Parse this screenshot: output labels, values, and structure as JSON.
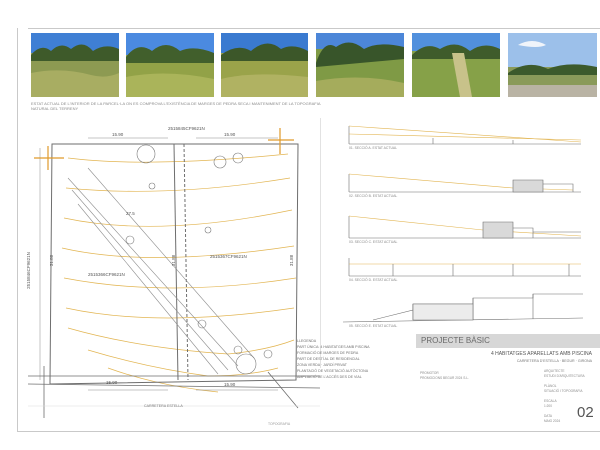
{
  "photos": [
    {
      "id": "photo-1",
      "sky": "#3f7fd4",
      "ground": "#8d9a52"
    },
    {
      "id": "photo-2",
      "sky": "#4b8ae0",
      "ground": "#92a247"
    },
    {
      "id": "photo-3",
      "sky": "#3a7ad0",
      "ground": "#9aa34a"
    },
    {
      "id": "photo-4",
      "sky": "#4c86d8",
      "ground": "#7f9a45"
    },
    {
      "id": "photo-5",
      "sky": "#5190dd",
      "ground": "#86a148"
    },
    {
      "id": "photo-6",
      "sky": "#9cc0ea",
      "ground": "#8a9a5a"
    }
  ],
  "photo_caption": "ESTAT ACTUAL DE L'INTERIOR DE LA PARCEL·LA ON ES COMPROVA L'EXISTÈNCIA DE MARGES DE PEDRA SECA I MANTENIMENT DE LA TOPOGRAFIA NATURAL DEL TERRENY",
  "plan": {
    "ref_top": "2515845CF9621N",
    "ref_left": "2515846CF9621N",
    "ref_center": "2515366CF9621N",
    "ref_right": "2515367CF9621N",
    "dim_top_left": "15.90",
    "dim_top_right": "15.90",
    "dim_bottom_left": "15.90",
    "dim_bottom_right": "15.90",
    "dim_left": "31.88",
    "dim_mid": "31.88",
    "dim_right": "31.88",
    "level_mid": "27.5",
    "road_label": "CARRETERA ESTELLA",
    "topo_label": "TOPOGRAFIA"
  },
  "elevations": [
    {
      "label": "01. SECCIÓ A. ESTAT ACTUAL"
    },
    {
      "label": "02. SECCIÓ B. ESTAT ACTUAL"
    },
    {
      "label": "03. SECCIÓ C. ESTAT ACTUAL"
    },
    {
      "label": "04. SECCIÓ D. ESTAT ACTUAL"
    },
    {
      "label": "05. SECCIÓ E. ESTAT ACTUAL"
    }
  ],
  "notes": [
    "LLEGENDA",
    "PART ÚNICA: 4 HABITATGES AMB PISCINA",
    "FORMACIÓ DE MARGES DE PEDRA",
    "PART DE DESTÍ AL DE RESIDENCIAL",
    "ZONA VERDA · JARDÍ PRIVAT",
    "PLANTACIÓ DE VEGETACIÓ AUTÒCTONA",
    "AMPLIACIÓ DE L'ACCÉS DES DE VIAL"
  ],
  "title_block": {
    "header": "PROJECTE BÀSIC",
    "project": "4 HABITATGES APARELLATS AMB PISCINA",
    "address": "CARRETERA D'ESTELLA · BEGUR · GIRONA",
    "promoter_label": "PROMOTOR",
    "promoter": "PROMOCIONS BEGUR 2024 S.L.",
    "architect_label": "ARQUITECTE",
    "architect": "ESTUDI D'ARQUITECTURA",
    "plan_label": "PLÀNOL",
    "plan_name": "SITUACIÓ I TOPOGRAFIA",
    "scale_label": "ESCALA",
    "scale": "1:200",
    "date_label": "DATA",
    "date": "MAIG 2024",
    "sheet": "02"
  },
  "colors": {
    "contour": "#e2b552",
    "line": "#6e6e6e",
    "frame": "#c9c9c9"
  }
}
